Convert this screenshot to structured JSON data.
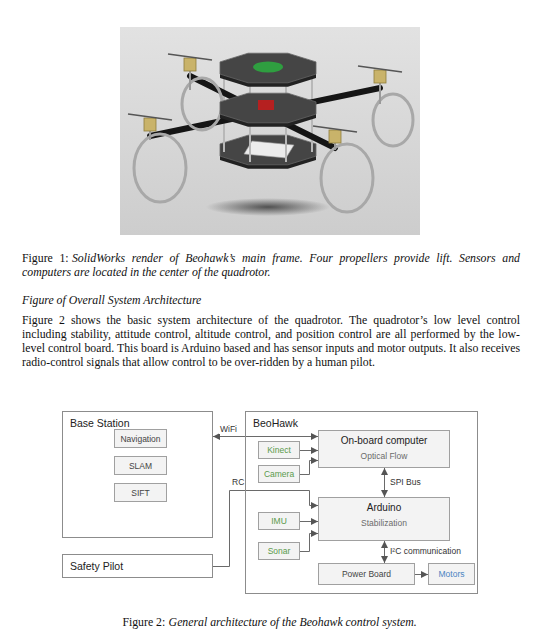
{
  "diagram": {
    "title": "Figure of Overall System Architecture",
    "caption": "General architecture of the Beohawk control system.",
    "nodes": [
      {
        "text": [
          "Base Station"
        ]
      },
      {
        "text": [
          "Navigation"
        ],
        "in": 0
      },
      {
        "text": [
          "SLAM"
        ],
        "in": 0
      },
      {
        "text": [
          "SIFT"
        ],
        "in": 0
      },
      {
        "text": [
          "BeoHawk"
        ]
      },
      {
        "text": [
          "On-board computer",
          "Optical Flow"
        ],
        "in": 4
      },
      {
        "text": [
          "Kinect"
        ],
        "in": 4
      },
      {
        "text": [
          "Camera"
        ],
        "in": 4
      },
      {
        "text": [
          "Arduino",
          "Stabilization"
        ],
        "in": 4
      },
      {
        "text": [
          "IMU"
        ],
        "in": 4
      },
      {
        "text": [
          "Sonar"
        ],
        "in": 4
      },
      {
        "text": [
          "Power Board"
        ],
        "in": 4
      },
      {
        "text": [
          "Motors"
        ],
        "in": 4
      },
      {
        "text": [
          "Safety Pilot"
        ]
      }
    ],
    "edges": [
      {
        "from": 0,
        "to": 5,
        "label": "WiFi",
        "arrow": "both"
      },
      {
        "from": 6,
        "to": 5,
        "arrow": "to"
      },
      {
        "from": 7,
        "to": 5,
        "arrow": "to"
      },
      {
        "from": 5,
        "to": 8,
        "label": "SPI Bus",
        "arrow": "both"
      },
      {
        "from": 13,
        "to": 8,
        "label": "RC",
        "arrow": "to"
      },
      {
        "from": 9,
        "to": 8,
        "arrow": "to"
      },
      {
        "from": 10,
        "to": 8,
        "arrow": "to"
      },
      {
        "from": 8,
        "to": 11,
        "label": "I²C communication",
        "arrow": "both"
      },
      {
        "from": 11,
        "to": 12,
        "arrow": "to"
      }
    ],
    "labels": [
      "Figure 1:",
      "SolidWorks render of Beohawk’s main frame. Four propellers provide lift. Sensors and computers are located in the center of the quadrotor.",
      "Figure 2 shows the basic system architecture of the quadrotor. The quadrotor’s low level control including stability, attitude control, altitude control, and position control are all performed by the low-level control board. This board is Arduino based and has sensor inputs and motor outputs. It also receives radio-control signals that allow control to be over-ridden by a human pilot.",
      "Figure 2:"
    ]
  }
}
